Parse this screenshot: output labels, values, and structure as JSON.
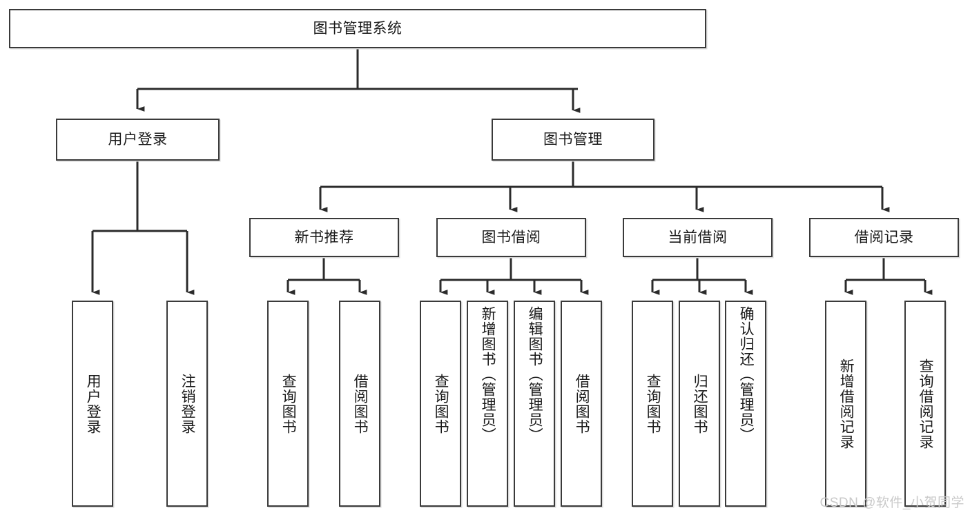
{
  "diagram": {
    "type": "tree-hierarchy",
    "title": "图书管理系统",
    "watermark": "CSDN @软件_小贺同学",
    "colors": {
      "box_border": "#3a3a3a",
      "box_fill": "#ffffff",
      "edge": "#2b2b2b",
      "text": "#1a1a1a",
      "watermark": "#c9c9c9",
      "background": "#ffffff"
    },
    "root": {
      "label": "图书管理系统"
    },
    "level2": [
      {
        "id": "user-login",
        "label": "用户登录"
      },
      {
        "id": "book-manage",
        "label": "图书管理"
      }
    ],
    "level3": [
      {
        "id": "new-book-recommend",
        "label": "新书推荐",
        "parent": "book-manage"
      },
      {
        "id": "book-borrow",
        "label": "图书借阅",
        "parent": "book-manage"
      },
      {
        "id": "current-borrow",
        "label": "当前借阅",
        "parent": "book-manage"
      },
      {
        "id": "borrow-record",
        "label": "借阅记录",
        "parent": "book-manage"
      }
    ],
    "leaves": {
      "user-login": [
        {
          "id": "leaf-user-login",
          "label": "用户登录"
        },
        {
          "id": "leaf-user-logout",
          "label": "注销登录"
        }
      ],
      "new-book-recommend": [
        {
          "id": "leaf-query-book-1",
          "label": "查询图书"
        },
        {
          "id": "leaf-borrow-book-1",
          "label": "借阅图书"
        }
      ],
      "book-borrow": [
        {
          "id": "leaf-query-book-2",
          "label": "查询图书"
        },
        {
          "id": "leaf-add-book",
          "label": "新增图书（管理员）"
        },
        {
          "id": "leaf-edit-book",
          "label": "编辑图书（管理员）"
        },
        {
          "id": "leaf-borrow-book-2",
          "label": "借阅图书"
        }
      ],
      "current-borrow": [
        {
          "id": "leaf-query-book-3",
          "label": "查询图书"
        },
        {
          "id": "leaf-return-book",
          "label": "归还图书"
        },
        {
          "id": "leaf-confirm-return",
          "label": "确认归还（管理员）"
        }
      ],
      "borrow-record": [
        {
          "id": "leaf-add-record",
          "label": "新增借阅记录"
        },
        {
          "id": "leaf-query-record",
          "label": "查询借阅记录"
        }
      ]
    }
  }
}
